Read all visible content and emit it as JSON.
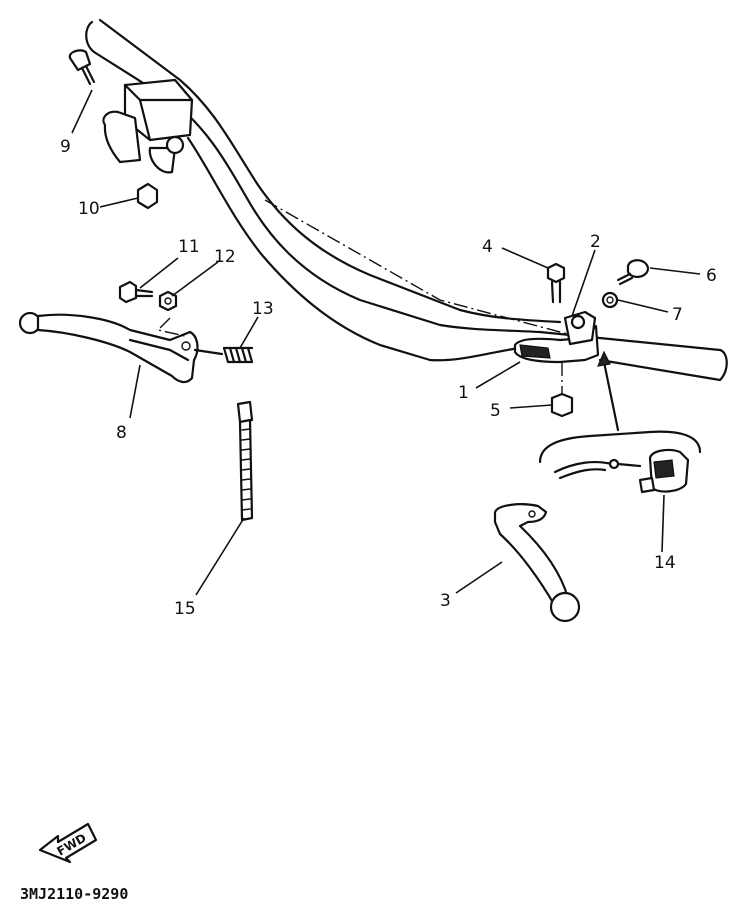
{
  "callouts": [
    {
      "id": "c1",
      "label": "1"
    },
    {
      "id": "c2",
      "label": "2"
    },
    {
      "id": "c3",
      "label": "3"
    },
    {
      "id": "c4",
      "label": "4"
    },
    {
      "id": "c5",
      "label": "5"
    },
    {
      "id": "c6",
      "label": "6"
    },
    {
      "id": "c7",
      "label": "7"
    },
    {
      "id": "c8",
      "label": "8"
    },
    {
      "id": "c9",
      "label": "9"
    },
    {
      "id": "c10",
      "label": "10"
    },
    {
      "id": "c11",
      "label": "11"
    },
    {
      "id": "c12",
      "label": "12"
    },
    {
      "id": "c13",
      "label": "13"
    },
    {
      "id": "c14",
      "label": "14"
    },
    {
      "id": "c15",
      "label": "15"
    }
  ],
  "fwd_label": "FWD",
  "diagram_code": "3MJ2110-9290"
}
